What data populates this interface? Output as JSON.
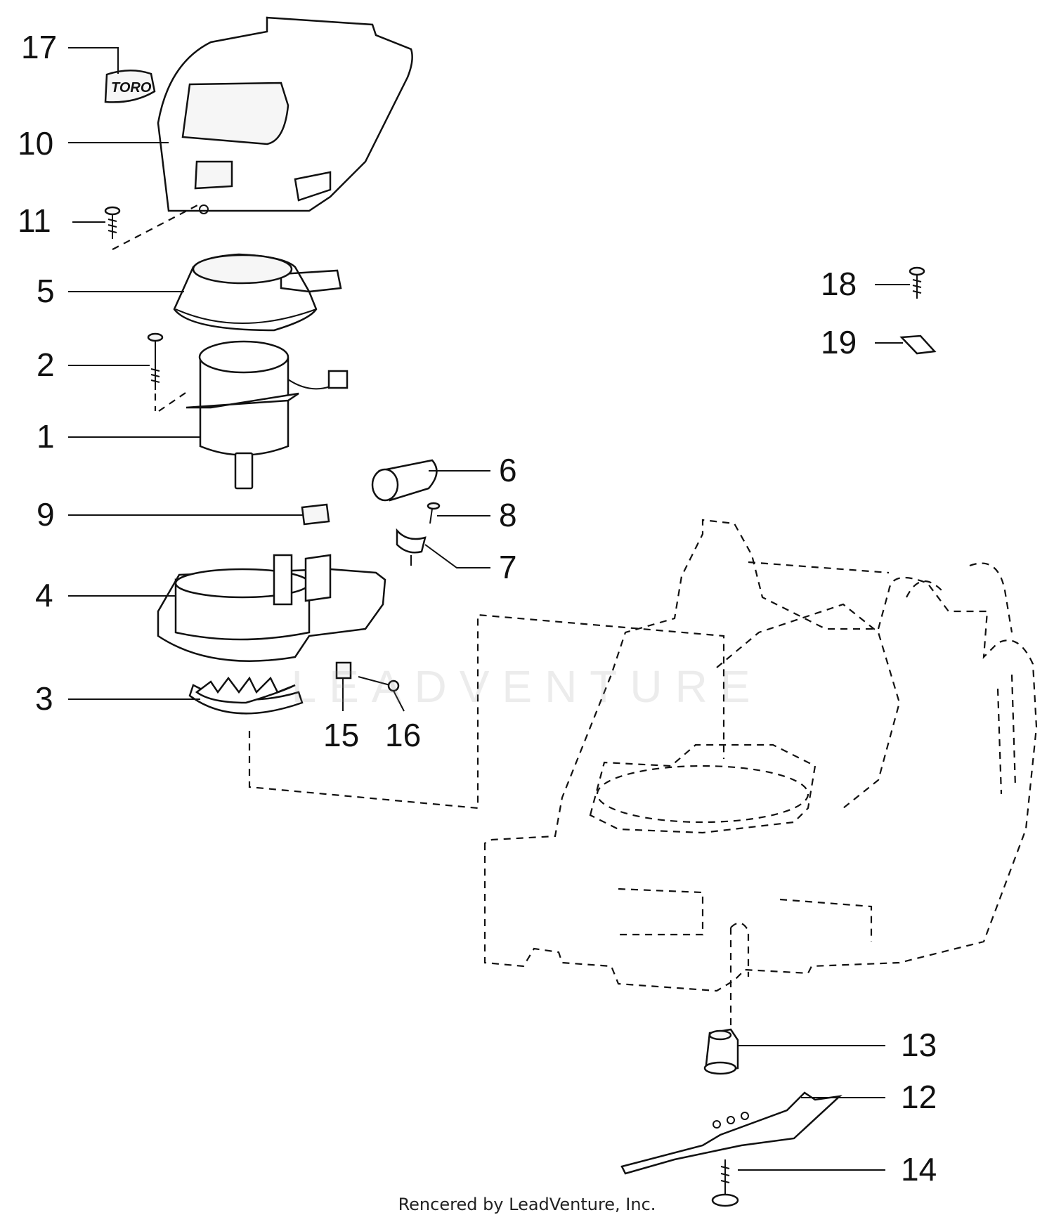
{
  "callouts": [
    {
      "id": "c17",
      "label": "17"
    },
    {
      "id": "c10",
      "label": "10"
    },
    {
      "id": "c11",
      "label": "11"
    },
    {
      "id": "c5",
      "label": "5"
    },
    {
      "id": "c2",
      "label": "2"
    },
    {
      "id": "c1",
      "label": "1"
    },
    {
      "id": "c9",
      "label": "9"
    },
    {
      "id": "c4",
      "label": "4"
    },
    {
      "id": "c3",
      "label": "3"
    },
    {
      "id": "c15",
      "label": "15"
    },
    {
      "id": "c16",
      "label": "16"
    },
    {
      "id": "c6",
      "label": "6"
    },
    {
      "id": "c8",
      "label": "8"
    },
    {
      "id": "c7",
      "label": "7"
    },
    {
      "id": "c18",
      "label": "18"
    },
    {
      "id": "c19",
      "label": "19"
    },
    {
      "id": "c13",
      "label": "13"
    },
    {
      "id": "c12",
      "label": "12"
    },
    {
      "id": "c14",
      "label": "14"
    }
  ],
  "decal_logo_text": "TORO",
  "watermark_text": "LEADVENTURE",
  "footer_text": "Rencered by LeadVenture, Inc."
}
